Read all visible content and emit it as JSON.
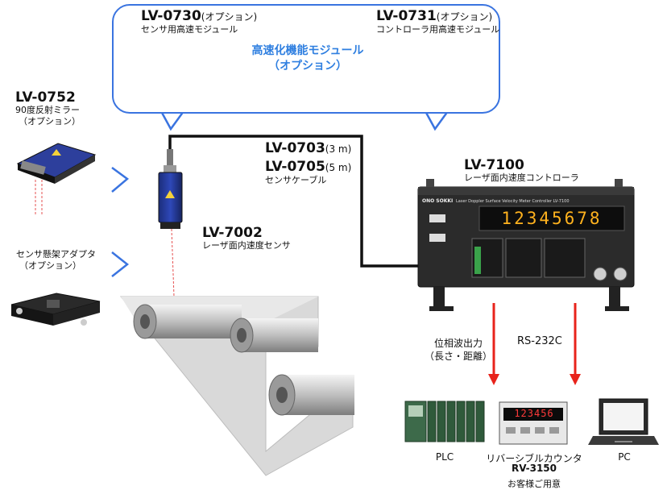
{
  "top_bubble": {
    "lv0730": {
      "model": "LV-0730",
      "option": "(オプション)",
      "desc": "センサ用高速モジュール"
    },
    "lv0731": {
      "model": "LV-0731",
      "option": "(オプション)",
      "desc": "コントローラ用高速モジュール"
    },
    "group_title_1": "高速化機能モジュール",
    "group_title_2": "（オプション）"
  },
  "mirror_bubble": {
    "model": "LV-0752",
    "desc": "90度反射ミラー",
    "option": "（オプション）"
  },
  "adapter_bubble": {
    "desc": "センサ懸架アダプタ",
    "option": "（オプション）"
  },
  "cable": {
    "model1": "LV-0703",
    "len1": "(3 m)",
    "model2": "LV-0705",
    "len2": "(5 m)",
    "desc": "センサケーブル"
  },
  "sensor": {
    "model": "LV-7002",
    "desc": "レーザ面内速度センサ"
  },
  "controller": {
    "model": "LV-7100",
    "desc": "レーザ面内速度コントローラ",
    "display": "12345678",
    "brand": "ONO SOKKI",
    "panel_title": "Laser Doppler Surface Velocity Meter Controller  LV-7100"
  },
  "outputs": {
    "phase_1": "位相波出力",
    "phase_2": "（長さ・距離）",
    "rs232c": "RS-232C"
  },
  "customer_box": {
    "plc": "PLC",
    "counter": "リバーシブルカウンタ",
    "counter_model": "RV-3150",
    "counter_display": "123456",
    "pc": "PC",
    "note": "お客様ご用意"
  },
  "colors": {
    "bubble_border": "#3a74e0",
    "arrow": "#e8231b",
    "box_border": "#d8252a",
    "title_blue": "#2f7fe0"
  }
}
